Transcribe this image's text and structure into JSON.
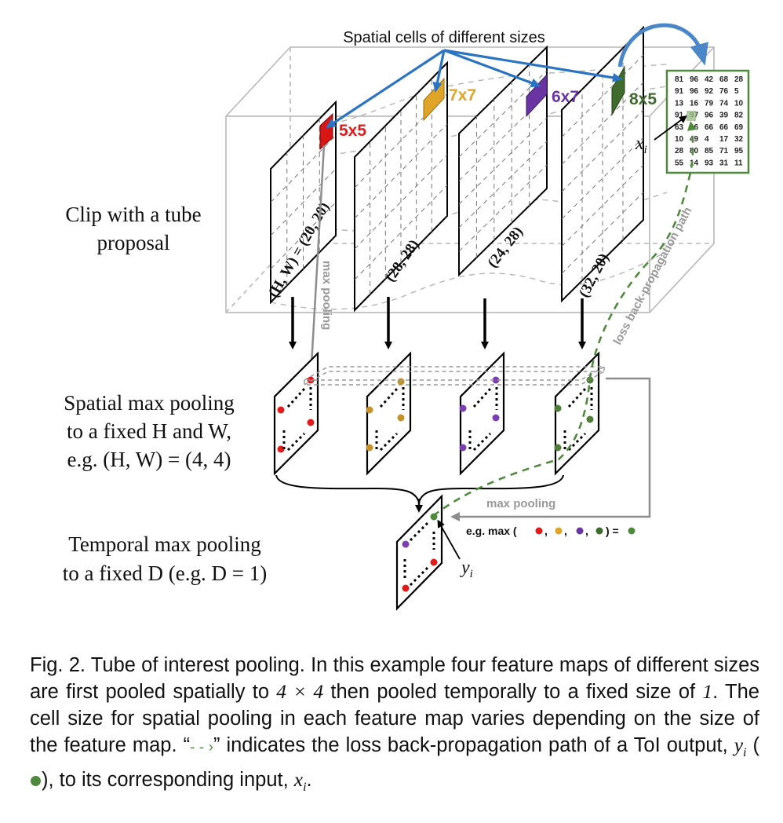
{
  "top_label": "Spatial cells of different sizes",
  "cell_sizes": [
    {
      "label": "5x5",
      "color": "#e11b1b"
    },
    {
      "label": "7x7",
      "color": "#e0a428"
    },
    {
      "label": "6x7",
      "color": "#6a35a2"
    },
    {
      "label": "8x5",
      "color": "#3f6b2c"
    }
  ],
  "map_dims": [
    "(H, W) = (20, 20)",
    "(28, 28)",
    "(24, 28)",
    "(32, 20)"
  ],
  "left_labels": {
    "clip_line1": "Clip with a tube",
    "clip_line2": "proposal",
    "spatial_line1": "Spatial max pooling",
    "spatial_line2": "to a fixed H and W,",
    "spatial_line3": "e.g. (H, W) = (4, 4)",
    "temporal_line1": "Temporal max pooling",
    "temporal_line2": "to a fixed D (e.g. D = 1)"
  },
  "max_pooling_label": "max pooling",
  "max_pooling_vertical": "max pooling",
  "loss_path_label": "loss back-propagation path",
  "eg_max_label": "e.g. max (",
  "xi_label": "x",
  "xi_sub": "i",
  "yi_label": "y",
  "yi_sub": "i",
  "matrix": [
    [
      "81",
      "96",
      "42",
      "68",
      "28"
    ],
    [
      "91",
      "96",
      "92",
      "76",
      "5"
    ],
    [
      "13",
      "16",
      "79",
      "74",
      "10"
    ],
    [
      "91",
      "97",
      "96",
      "39",
      "82"
    ],
    [
      "63",
      "96",
      "66",
      "66",
      "69"
    ],
    [
      "10",
      "49",
      "4",
      "17",
      "32"
    ],
    [
      "28",
      "80",
      "85",
      "71",
      "95"
    ],
    [
      "55",
      "14",
      "93",
      "31",
      "11"
    ]
  ],
  "colors": {
    "blue_arrow": "#2a74c4",
    "green_path": "#4f8a3c",
    "gray": "#9a9a9a",
    "matrix_border": "#4f8a3c"
  },
  "caption": {
    "p1": "Fig. 2. Tube of interest pooling. In this example four feature maps of different sizes are first pooled spatially to ",
    "m1": "4 × 4",
    "p2": " then pooled temporally to a fixed size of ",
    "m2": "1",
    "p3": ". The cell size for spatial pooling in each feature map varies depending on the size of the feature map. “",
    "arrow": "- - ›",
    "p4": "” indicates the loss back-propagation path of a ToI output, ",
    "m3": "y",
    "m3sub": "i",
    "p5": " (",
    "p6": "), to its corresponding input, ",
    "m4": "x",
    "m4sub": "i",
    "p7": "."
  }
}
